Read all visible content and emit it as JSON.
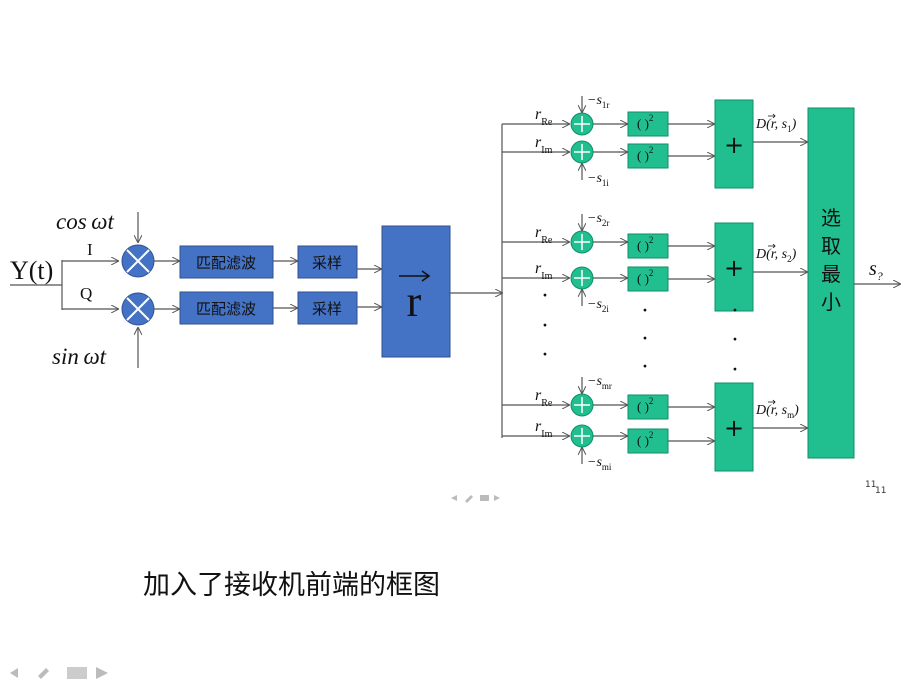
{
  "colors": {
    "blue": "#4472C4",
    "teal": "#21BE8F",
    "line": "#555555",
    "mixer": "#4472C4"
  },
  "input": {
    "signal": "Y(t)",
    "i_branch": "I",
    "q_branch": "Q",
    "cos": "cos ωt",
    "sin": "sin ωt"
  },
  "front_end": {
    "filter_label": "匹配滤波",
    "sampler_label": "采样",
    "vector_label": "r"
  },
  "rows": [
    {
      "group": 1,
      "in": "r",
      "sub": "Re",
      "ref": "s",
      "ref_sub": "1r"
    },
    {
      "group": 1,
      "in": "r",
      "sub": "Im",
      "ref": "s",
      "ref_sub": "1i"
    },
    {
      "group": 2,
      "in": "r",
      "sub": "Re",
      "ref": "s",
      "ref_sub": "2r"
    },
    {
      "group": 2,
      "in": "r",
      "sub": "Im",
      "ref": "s",
      "ref_sub": "2i"
    },
    {
      "group": 3,
      "in": "r",
      "sub": "Re",
      "ref": "s",
      "ref_sub": "mr"
    },
    {
      "group": 3,
      "in": "r",
      "sub": "Im",
      "ref": "s",
      "ref_sub": "mi"
    }
  ],
  "square_label": "(  )",
  "square_exp": "2",
  "sum_label": "+",
  "distances": [
    {
      "text": "D(r, s",
      "sub": "1",
      "close": ")"
    },
    {
      "text": "D(r, s",
      "sub": "2",
      "close": ")"
    },
    {
      "text": "D(r, s",
      "sub": "m",
      "close": ")"
    }
  ],
  "selector": {
    "line1": "选",
    "line2": "取",
    "line3": "最",
    "line4": "小"
  },
  "output": {
    "text": "s",
    "sub": "?"
  },
  "ellipsis_dot": "·",
  "page_numbers": {
    "a": "11",
    "b": "11"
  },
  "caption": "加入了接收机前端的框图"
}
